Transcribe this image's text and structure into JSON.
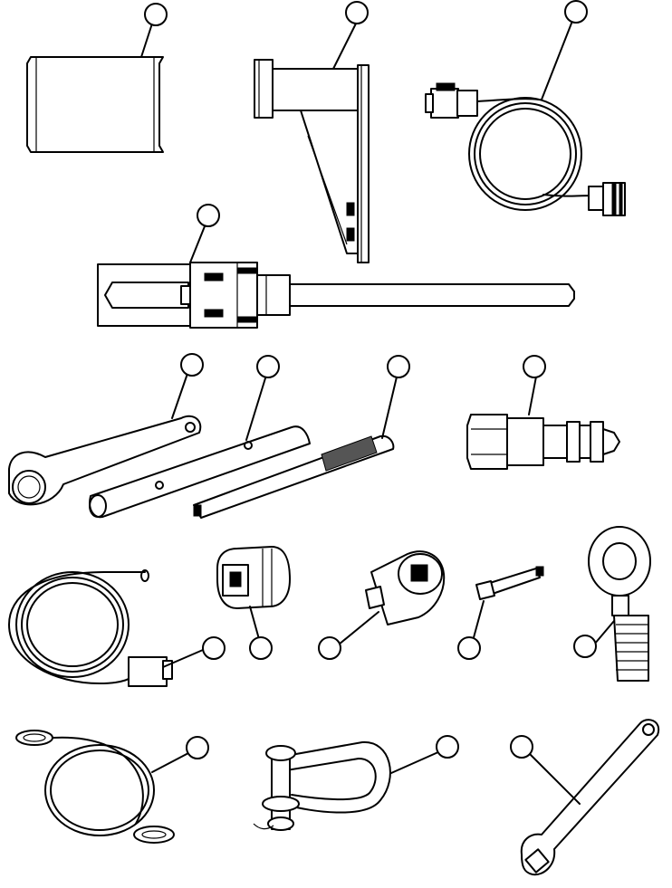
{
  "diagram": {
    "callouts": [
      "",
      "",
      "",
      "",
      "",
      "",
      "",
      "",
      "",
      "",
      "",
      "",
      "",
      "",
      "",
      "",
      ""
    ],
    "parts": [
      "spacer-block",
      "bracket-fixture",
      "adapter-cable",
      "puller-tool",
      "ring-wrench",
      "tube-bar",
      "knurled-pin",
      "quick-coupler",
      "coiled-hose",
      "drive-socket",
      "square-socket",
      "extension-adapter",
      "eye-bolt",
      "wire-rope-sling",
      "shackle",
      "box-wrench"
    ]
  }
}
